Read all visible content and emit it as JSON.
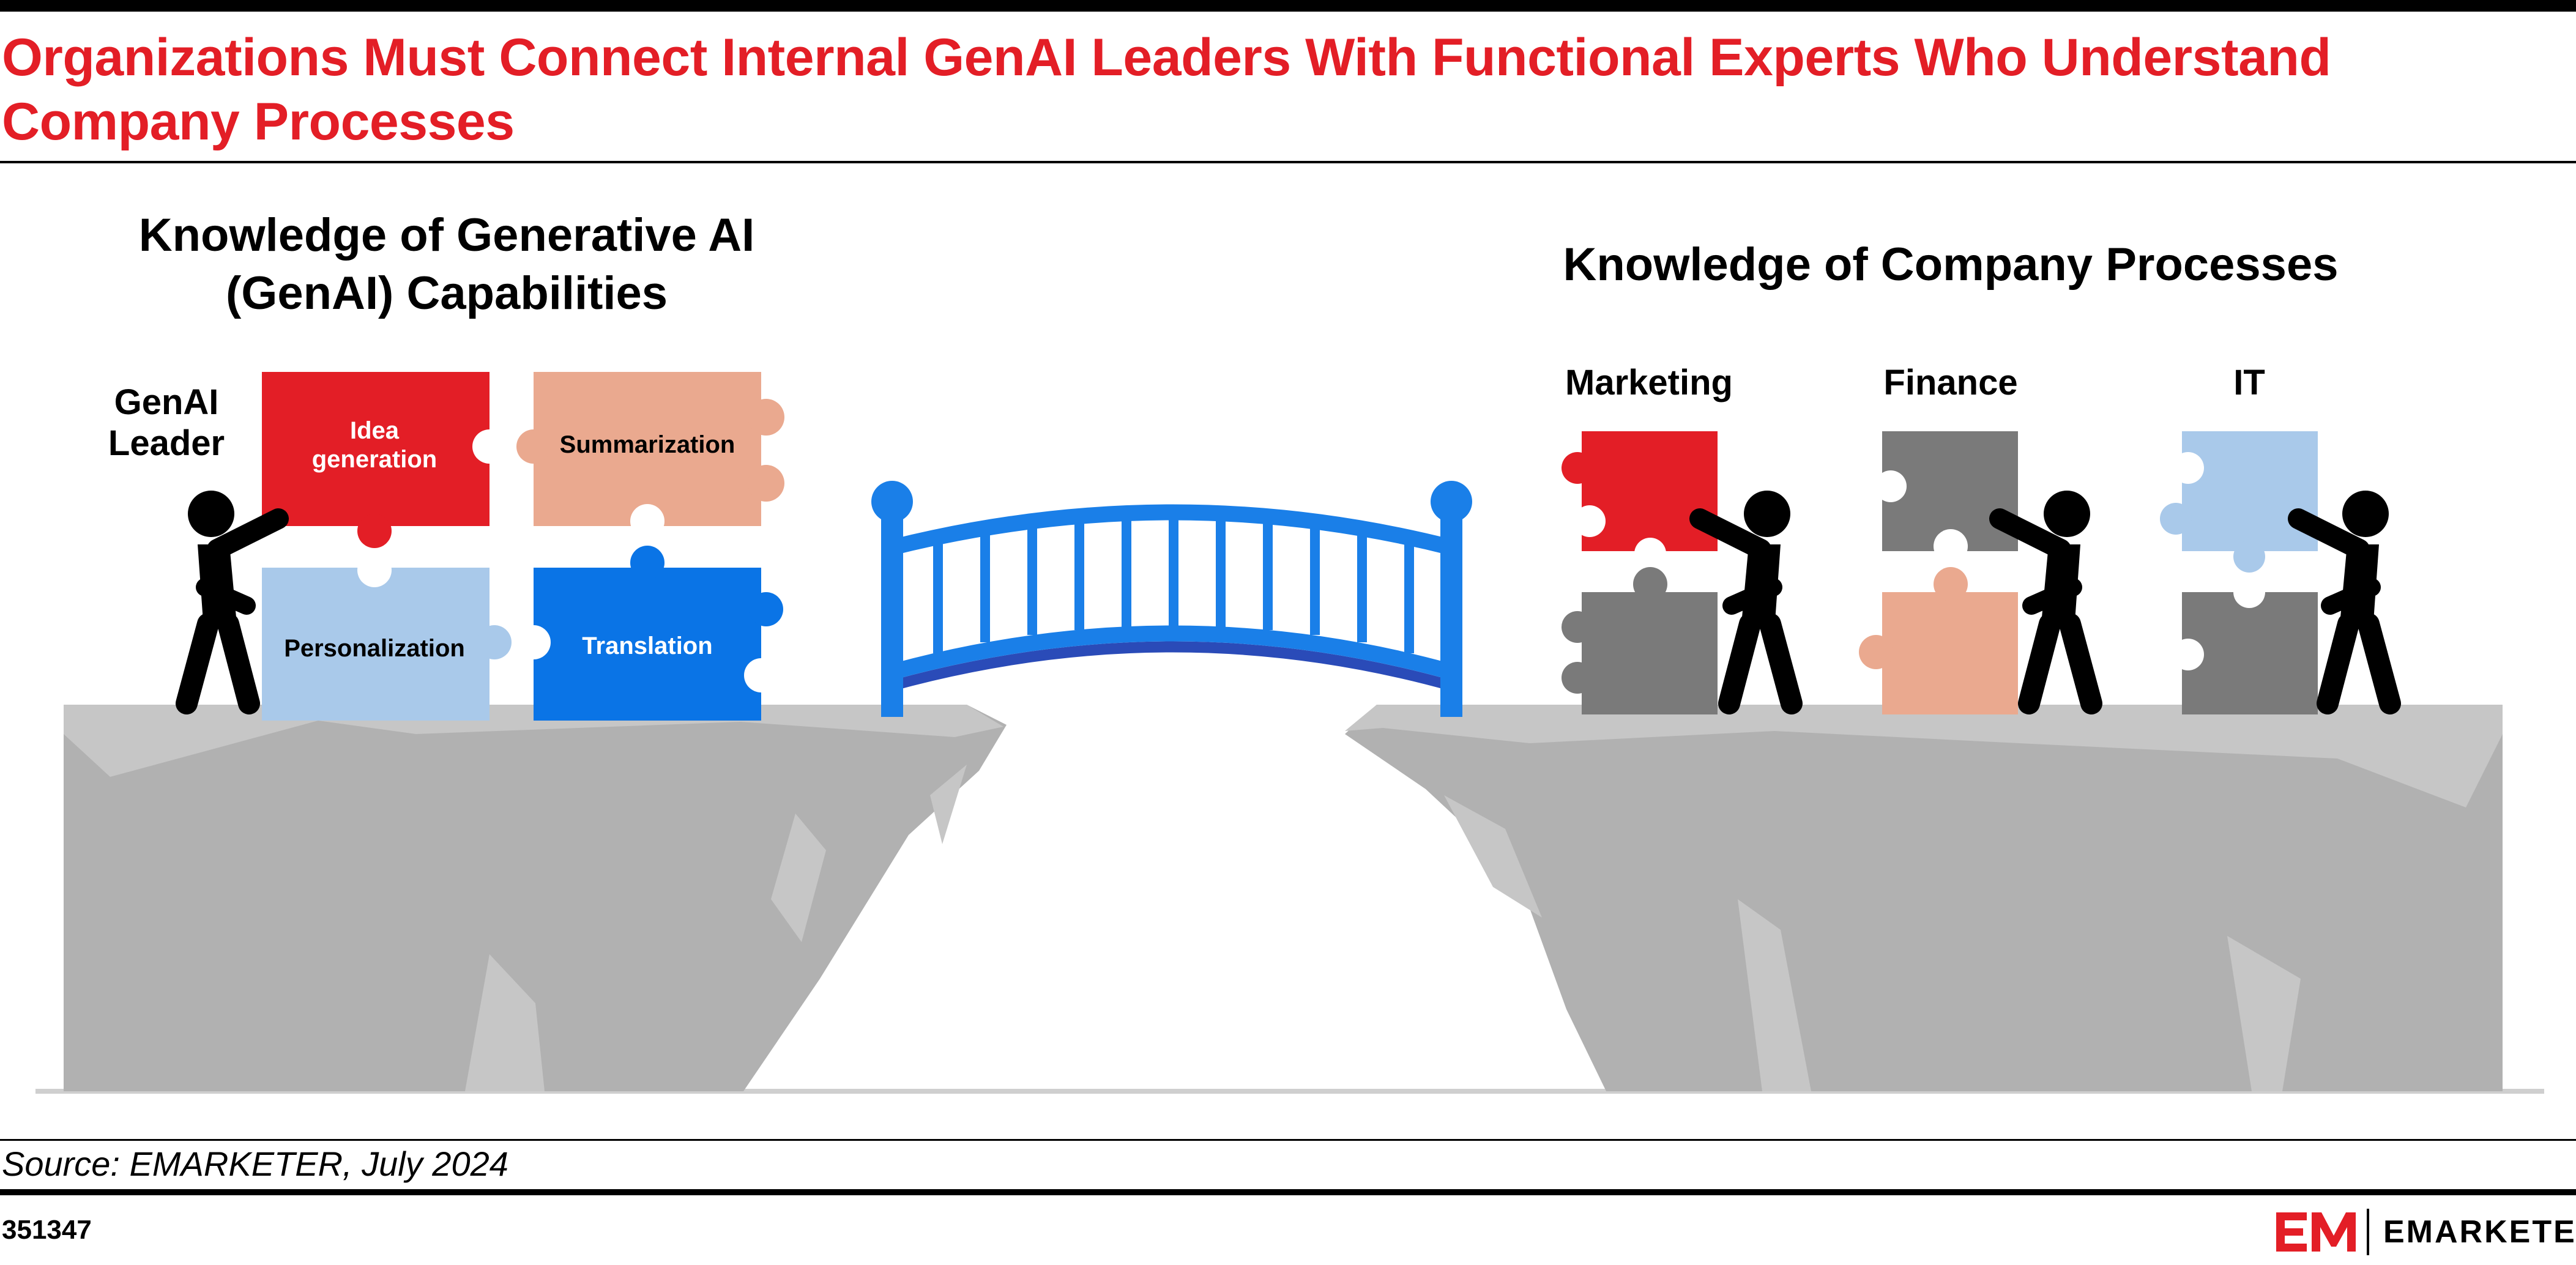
{
  "title": "Organizations Must Connect Internal GenAI Leaders With Functional Experts Who Understand Company Processes",
  "left_heading": [
    "Knowledge of Generative AI",
    "(GenAI) Capabilities"
  ],
  "right_heading": "Knowledge of Company Processes",
  "leader_label": [
    "GenAI",
    "Leader"
  ],
  "pieces": {
    "idea": [
      "Idea",
      "generation"
    ],
    "summarization": "Summarization",
    "personalization": "Personalization",
    "translation": "Translation"
  },
  "functions": [
    "Marketing",
    "Finance",
    "IT"
  ],
  "source": "Source: EMARKETER, July 2024",
  "chart_id": "351347",
  "brand": "EMARKETER",
  "colors": {
    "title_red": "#e31e26",
    "bridge_blue": "#1a7fe8",
    "red": "#e31e26",
    "salmon": "#eaa98f",
    "light_blue": "#a9c9ea",
    "blue": "#0a74e6",
    "dark_gray": "#7a7a7a",
    "cliff_gray": "#b1b1b1",
    "cliff_light": "#cbcbcb"
  },
  "icons": [
    "person-figure-icon",
    "puzzle-piece-icon",
    "bridge-icon",
    "emarketer-logo-icon"
  ]
}
